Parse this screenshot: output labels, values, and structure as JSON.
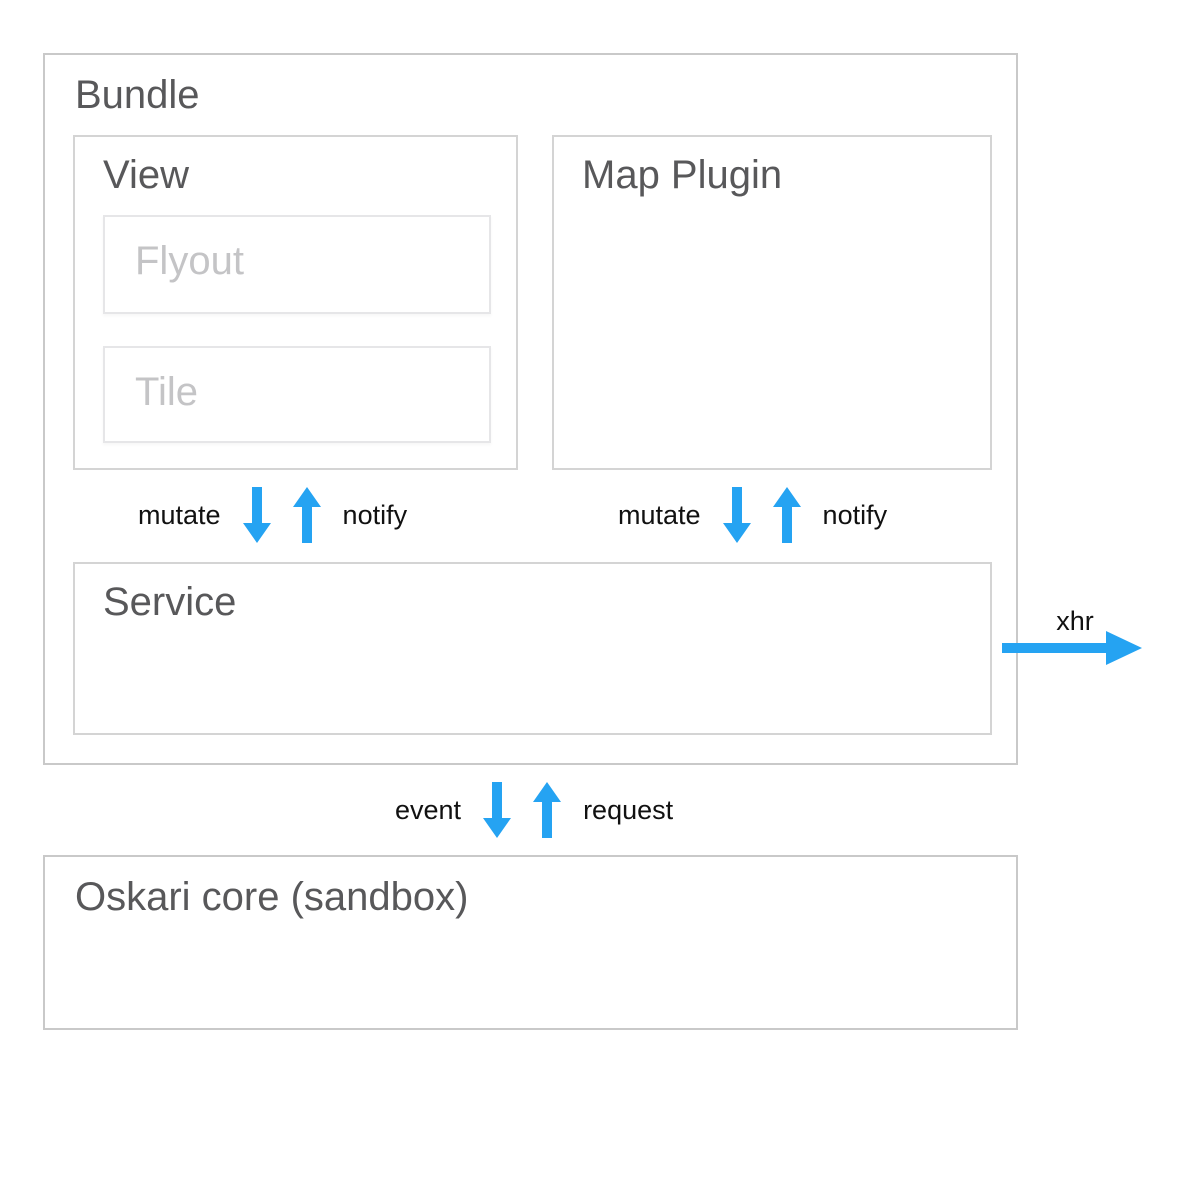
{
  "boxes": {
    "bundle": "Bundle",
    "view": "View",
    "flyout": "Flyout",
    "tile": "Tile",
    "map_plugin": "Map Plugin",
    "service": "Service",
    "core": "Oskari core (sandbox)"
  },
  "arrow_labels": {
    "mutate": "mutate",
    "notify": "notify",
    "event": "event",
    "request": "request",
    "xhr": "xhr"
  },
  "colors": {
    "arrow_blue": "#25a3f2",
    "box_title_text": "#58585a",
    "muted_text": "#c4c4c6",
    "arrow_label_text": "#111111",
    "border_outer": "#c9c9c9",
    "border_mid": "#d4d4d4",
    "border_faint": "#e6e6e8",
    "background": "#ffffff"
  }
}
